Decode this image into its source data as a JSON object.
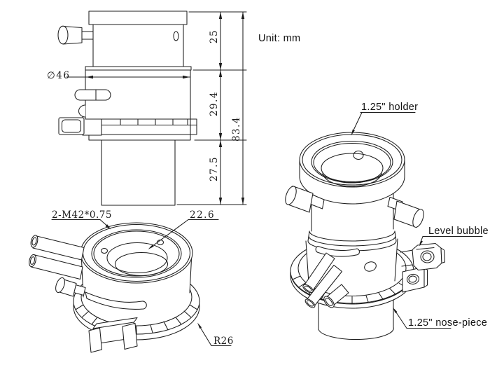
{
  "drawing": {
    "unit_note": "Unit: mm",
    "line_color": "#1c1c1c",
    "background_color": "#ffffff",
    "side_view": {
      "dim_top": "25",
      "dim_middle": "29.4",
      "dim_bottom": "27.5",
      "dim_total": "83.4",
      "dim_diameter": "∅46"
    },
    "bottom_iso_view": {
      "thread_label": "2-M42*0.75",
      "bore_dim_label": "22.6",
      "radius_label": "R26"
    },
    "right_iso_view": {
      "holder_label": "1.25\" holder",
      "bubble_label": "Level bubble",
      "nosepiece_label": "1.25\" nose-piece"
    }
  }
}
